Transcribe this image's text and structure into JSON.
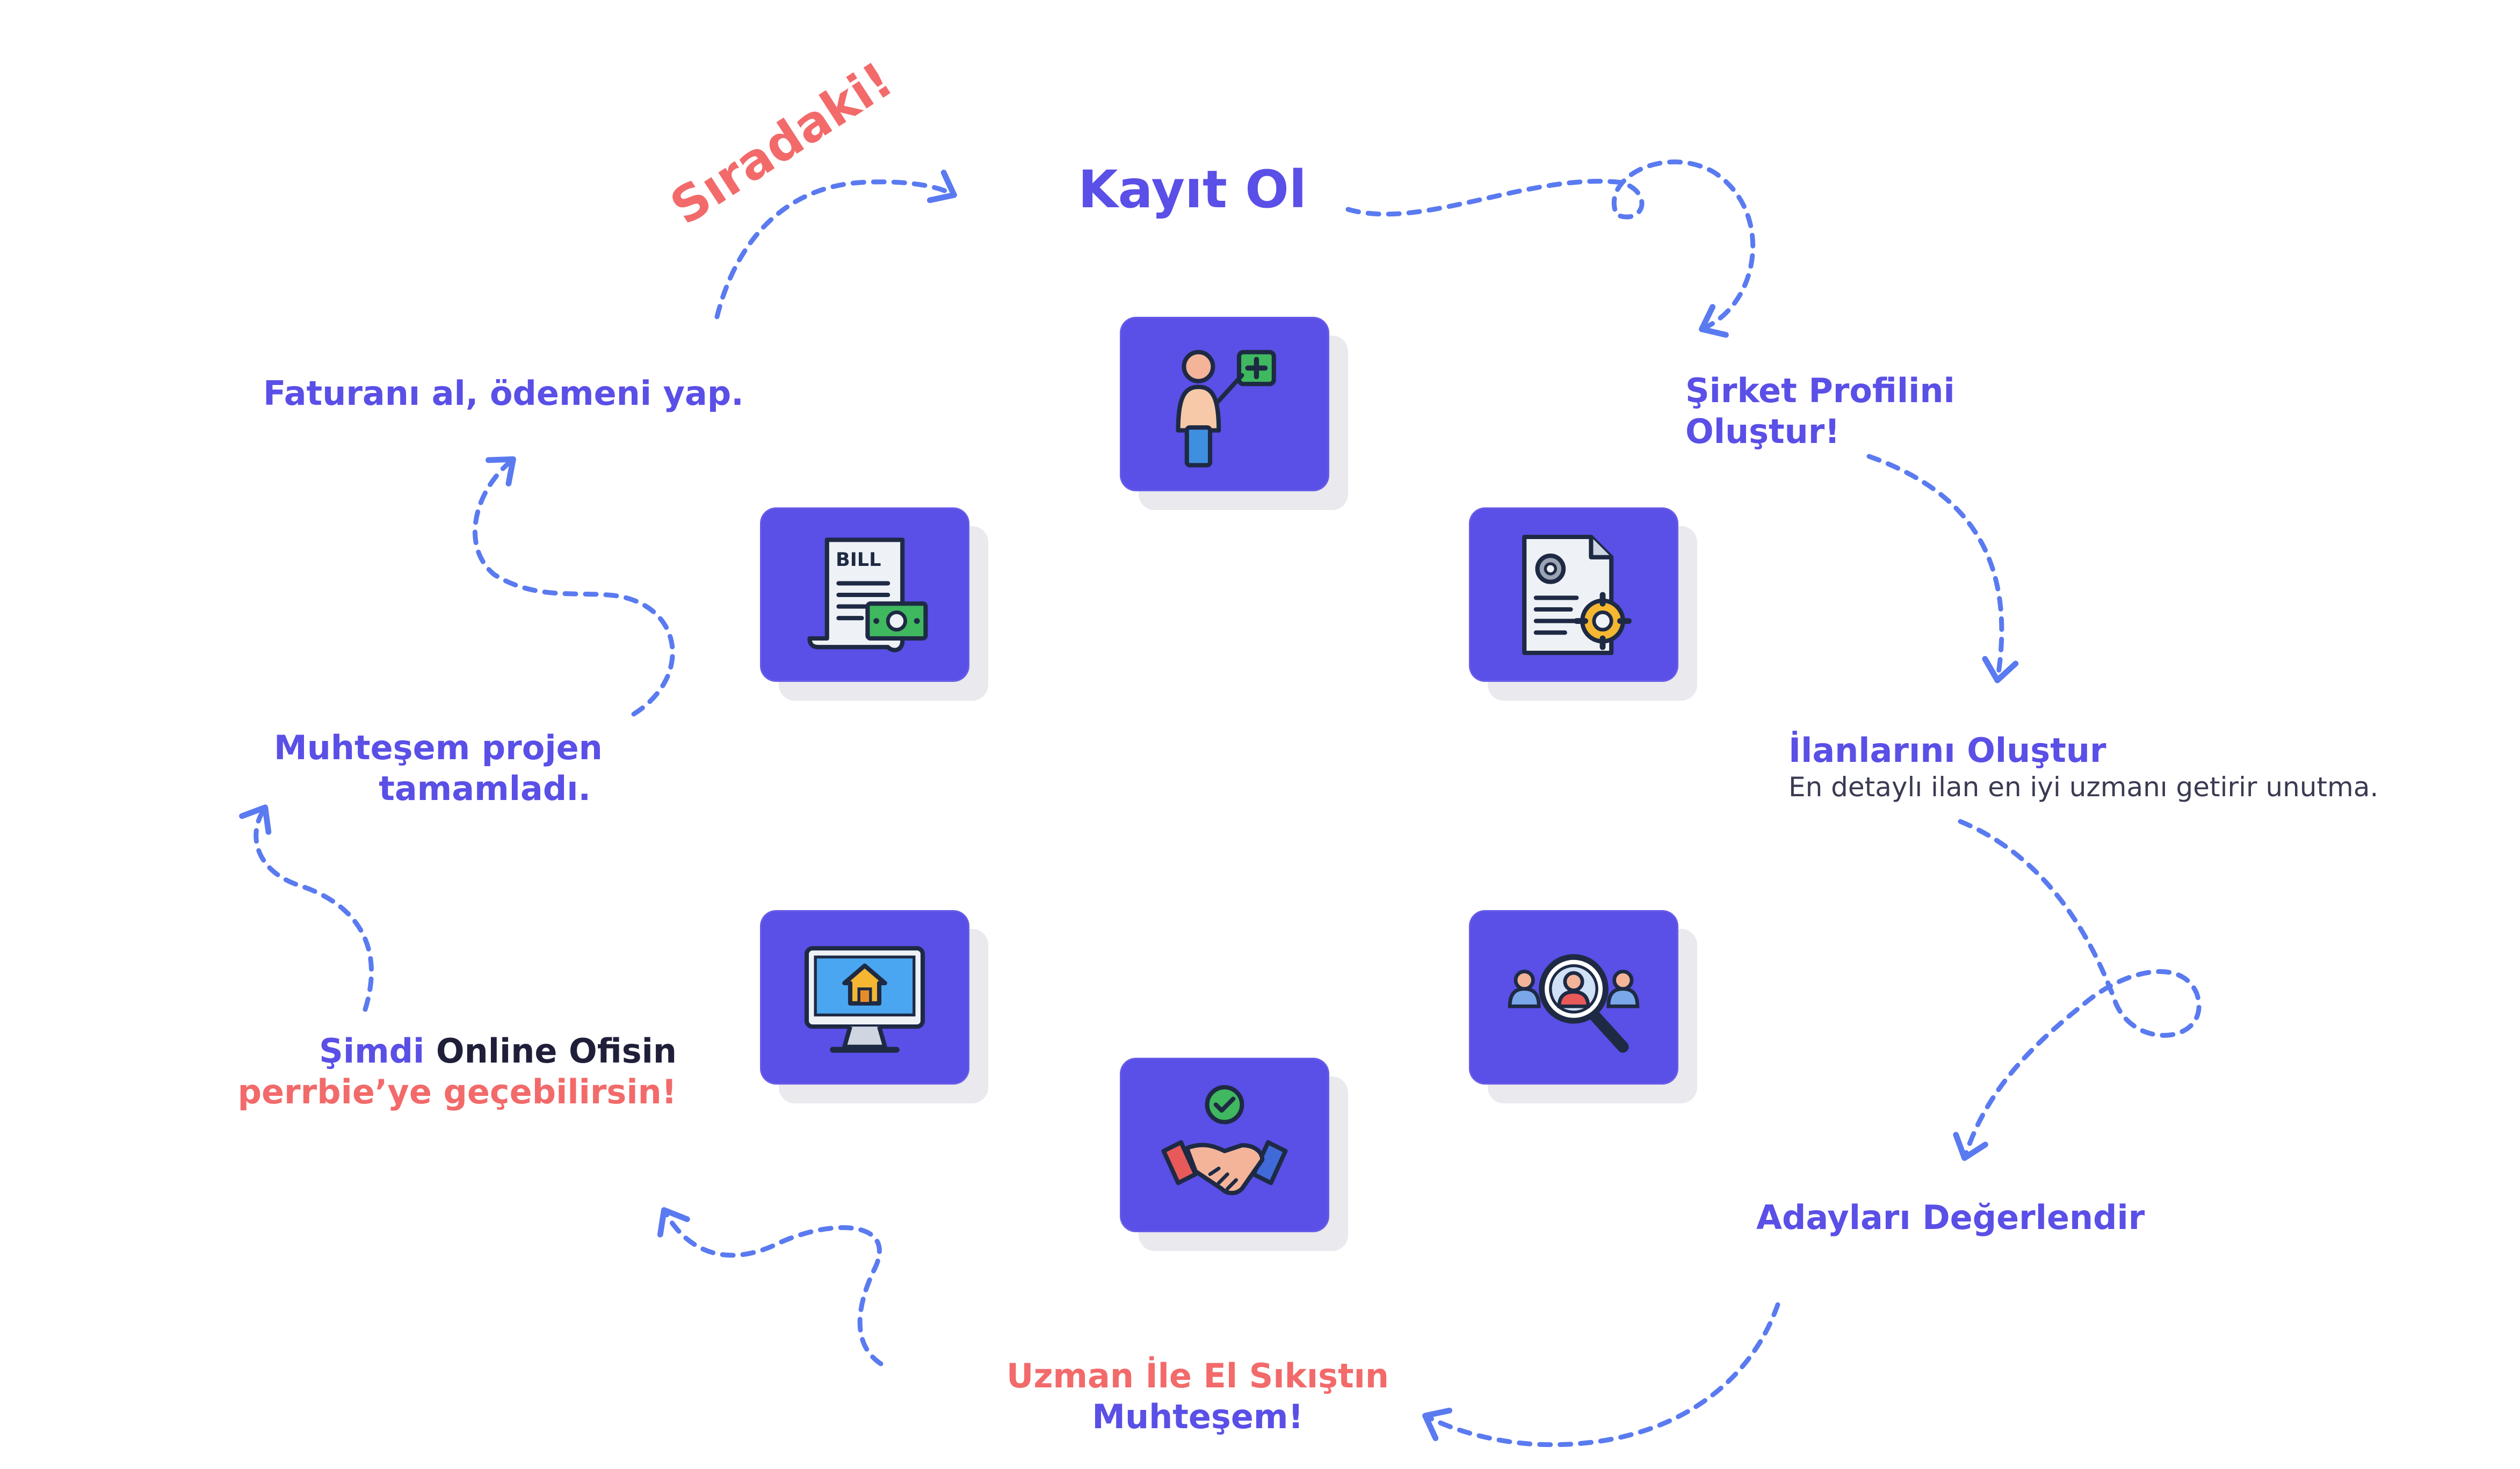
{
  "colors": {
    "accent": "#5a4fe6",
    "highlight": "#f26a6a",
    "dark": "#1f1f3a",
    "arrow_blue": "#5a7af0"
  },
  "badge": {
    "text": "Sıradaki!"
  },
  "steps": [
    {
      "title": "Kayıt Ol",
      "icon": "user-add-icon"
    },
    {
      "line1": "Şirket Profilini",
      "line2": "Oluştur!",
      "icon": "document-gear-icon"
    },
    {
      "title": "İlanlarını Oluştur",
      "subtitle": "En detaylı ilan en iyi uzmanı getirir unutma.",
      "icon": "search-people-icon"
    },
    {
      "title": "Adayları Değerlendir",
      "icon": "search-people-icon"
    },
    {
      "line1": "Uzman İle El Sıkıştın",
      "line2": "Muhteşem!",
      "icon": "handshake-icon"
    },
    {
      "line1_a": "Şimdi",
      "line1_b": "Online Ofisin",
      "line2_a": "perrbie",
      "line2_b": "’ye geçebilirsin!",
      "icon": "home-monitor-icon"
    },
    {
      "line1": "Muhteşem projen",
      "line2": "tamamladı.",
      "icon": "bill-icon"
    },
    {
      "title": "Faturanı al, ödemeni yap.",
      "icon": "bill-icon"
    }
  ],
  "icons": {
    "bill_text": "BILL"
  }
}
